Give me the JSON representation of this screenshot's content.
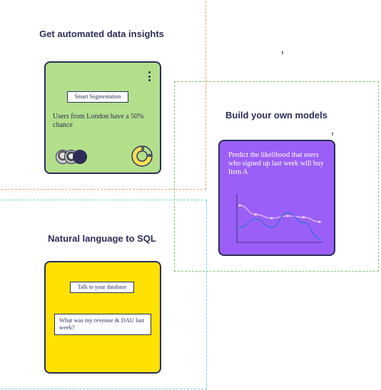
{
  "insights": {
    "title": "Get automated data insights",
    "chip": "Smart Segmentation",
    "text": "Users from London have a 50% chance",
    "colors": {
      "card": "#b3df8b",
      "border": "#f4a370"
    }
  },
  "models": {
    "title": "Build your own models",
    "text": "Predict the likelihood that users who signed up last week will buy Item A",
    "colors": {
      "card": "#9b5ff7",
      "border": "#86c07a"
    }
  },
  "sql": {
    "title": "Natural language to SQL",
    "chip": "Talk to your database",
    "query": "What was my revenue & DAU last week?",
    "colors": {
      "card": "#ffe100",
      "border": "#6fd6ec"
    }
  },
  "chart_data": {
    "type": "line",
    "x": [
      0,
      1,
      2,
      3,
      4,
      5
    ],
    "series": [
      {
        "values": [
          78,
          58,
          50,
          55,
          52,
          42
        ]
      },
      {
        "values": [
          30,
          48,
          30,
          62,
          40,
          5
        ]
      }
    ],
    "ylim": [
      0,
      100
    ],
    "grid": false
  },
  "icons": [
    "kebab-menu-icon",
    "donut-chart-icon"
  ]
}
